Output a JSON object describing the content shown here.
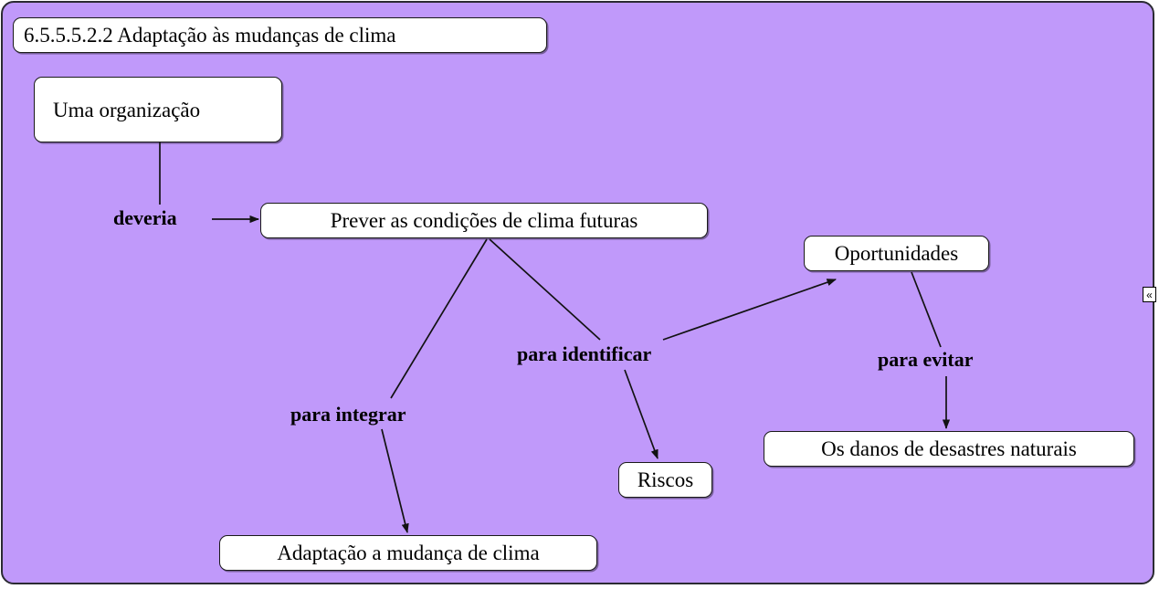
{
  "map": {
    "title_node": "6.5.5.5.2.2 Adaptação às mudanças de clima",
    "background_color": "#c099fa",
    "node_fill_color": "#ffffff",
    "node_border_color": "#1a1a1a",
    "text_color": "#000000"
  },
  "nodes": [
    {
      "id": "title",
      "label": "6.5.5.5.2.2 Adaptação às mudanças de clima"
    },
    {
      "id": "org",
      "label": "Uma organização"
    },
    {
      "id": "prever",
      "label": "Prever as condições de clima futuras"
    },
    {
      "id": "oportun",
      "label": "Oportunidades"
    },
    {
      "id": "riscos",
      "label": "Riscos"
    },
    {
      "id": "danos",
      "label": "Os danos de desastres naturais"
    },
    {
      "id": "adaptacao",
      "label": "Adaptação a mudança de clima"
    }
  ],
  "link_labels": [
    {
      "id": "deveria",
      "label": "deveria",
      "from": "org",
      "to": "prever"
    },
    {
      "id": "para-integrar",
      "label": "para integrar",
      "from": "prever",
      "to": "adaptacao"
    },
    {
      "id": "para-identificar",
      "label": "para identificar",
      "from": "prever",
      "to": "oportunidades-e-riscos"
    },
    {
      "id": "para-evitar",
      "label": "para evitar",
      "from": "oportun",
      "to": "danos"
    }
  ],
  "controls": {
    "collapse_handle_glyph": "«"
  }
}
